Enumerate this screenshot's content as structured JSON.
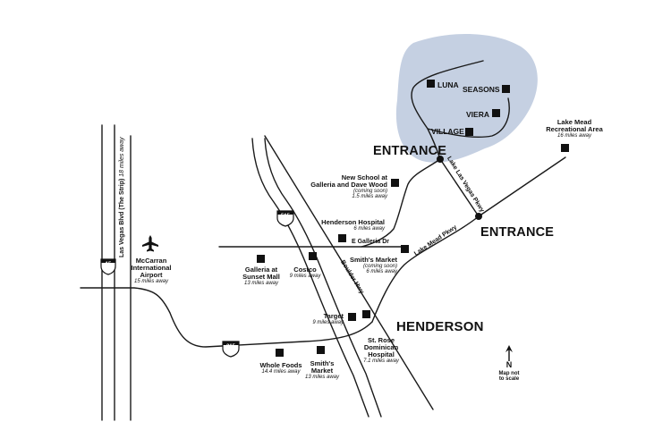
{
  "areas": {
    "luna": "LUNA",
    "seasons": "SEASONS",
    "viera": "VIERA",
    "village": "VILLAGE"
  },
  "entrances": {
    "north": "ENTRANCE",
    "east": "ENTRANCE"
  },
  "city": "HENDERSON",
  "roads": {
    "lake_las_vegas_pkwy": "Lake Las Vegas Pkwy",
    "lake_mead_pkwy": "Lake Mead Pkwy",
    "boulder_hwy": "Boulder Hwy",
    "e_galleria_dr": "E Galleria Dr",
    "las_vegas_blvd": "Las Vegas Blvd (The Strip)",
    "las_vegas_blvd_dist": "18 miles away",
    "i15": "15",
    "i515": "515",
    "i215": "215"
  },
  "pois": {
    "lake_mead": {
      "name_1": "Lake Mead",
      "name_2": "Recreational Area",
      "dist": "16 miles away"
    },
    "new_school": {
      "name_1": "New School at",
      "name_2": "Galleria and Dave Wood",
      "note": "(coming soon)",
      "dist": "1.5 miles away"
    },
    "henderson_hospital": {
      "name": "Henderson Hospital",
      "dist": "6 miles away"
    },
    "smiths_galleria": {
      "name": "Smith's Market",
      "note": "(coming soon)",
      "dist": "6 miles away"
    },
    "airport": {
      "name_1": "McCarran",
      "name_2": "International",
      "name_3": "Airport",
      "dist": "15 miles away"
    },
    "galleria_mall": {
      "name_1": "Galleria at",
      "name_2": "Sunset Mall",
      "dist": "13 miles away"
    },
    "costco": {
      "name": "Costco",
      "dist": "9 miles away"
    },
    "target": {
      "name": "Target",
      "dist": "9 miles away"
    },
    "st_rose": {
      "name_1": "St. Rose",
      "name_2": "Dominican",
      "name_3": "Hospital",
      "dist": "7.1 miles away"
    },
    "whole_foods": {
      "name": "Whole Foods",
      "dist": "14.4 miles away"
    },
    "smiths_south": {
      "name_1": "Smith's",
      "name_2": "Market",
      "dist": "13 miles away"
    }
  },
  "compass": {
    "letter": "N",
    "note_1": "Map not",
    "note_2": "to scale"
  },
  "colors": {
    "community": "#c5d0e2",
    "lines": "#1a1a1a"
  }
}
